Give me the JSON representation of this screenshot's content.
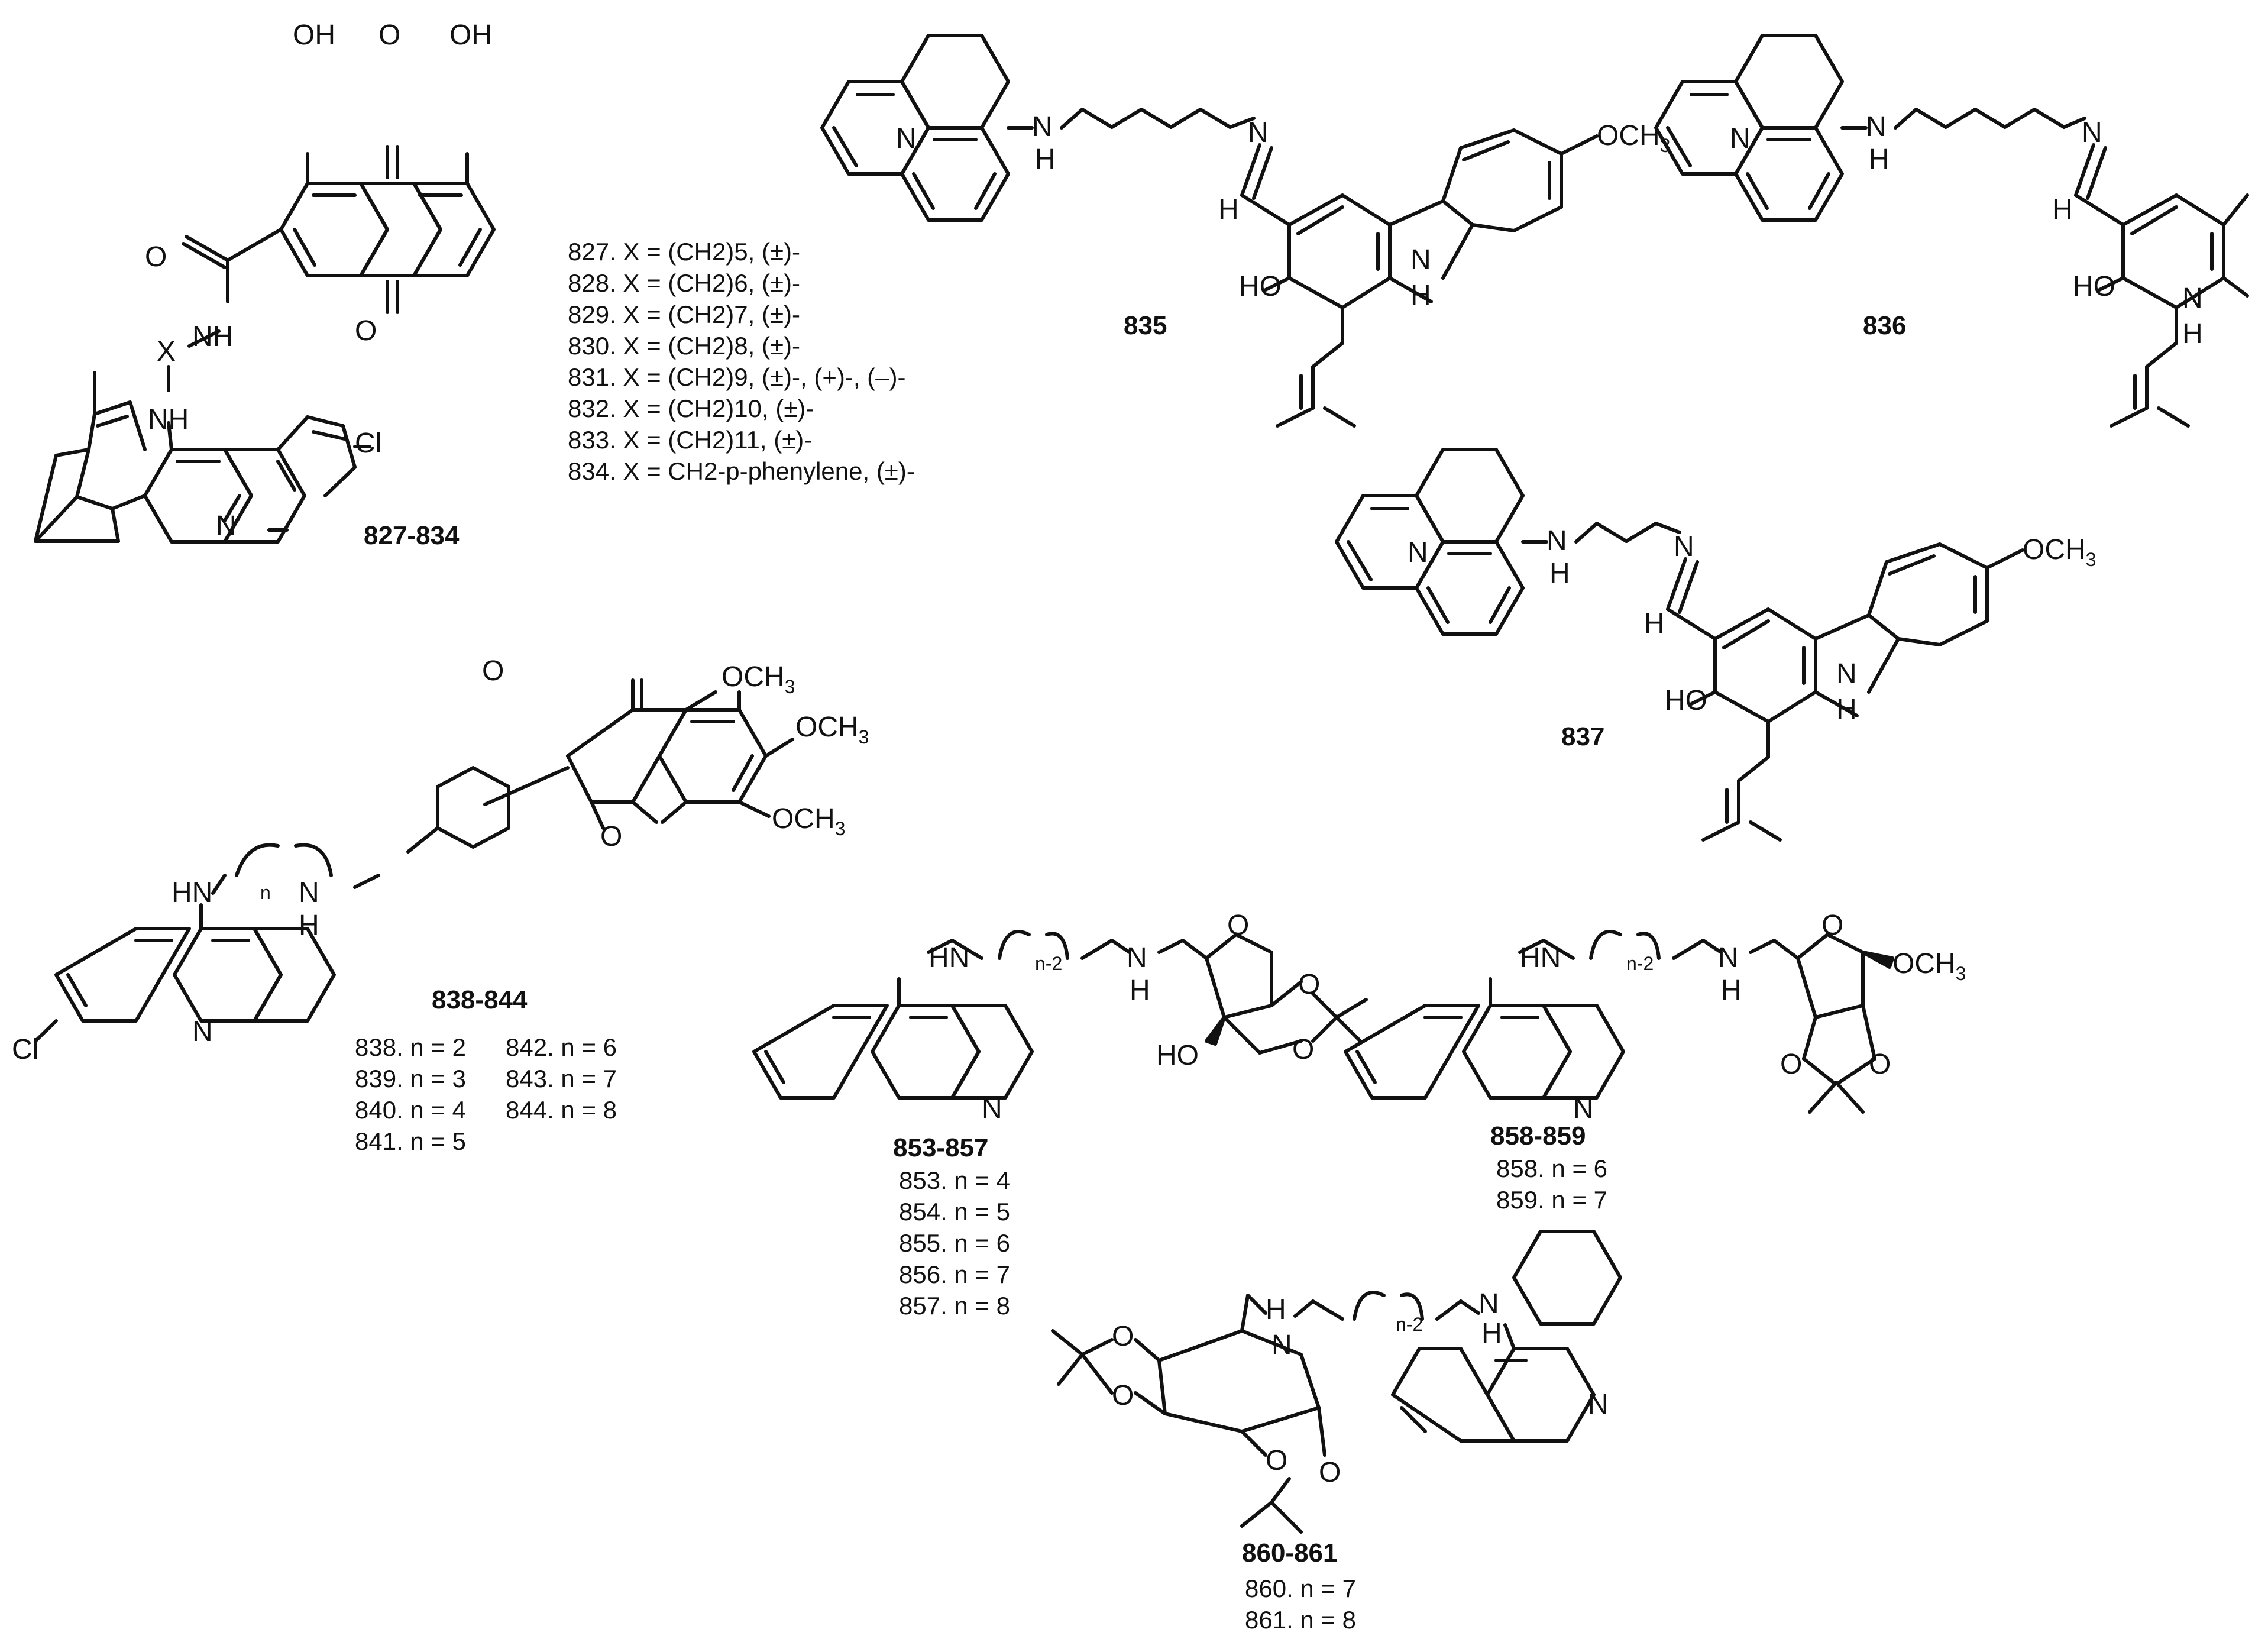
{
  "compound_labels": {
    "c827_834": "827-834",
    "c835": "835",
    "c836": "836",
    "c837": "837",
    "c838_844": "838-844",
    "c853_857": "853-857",
    "c858_859": "858-859",
    "c860_861": "860-861"
  },
  "series_827_834": [
    "827. X = (CH2)5, (±)-",
    "828. X = (CH2)6, (±)-",
    "829. X = (CH2)7, (±)-",
    "830. X = (CH2)8, (±)-",
    "831. X = (CH2)9, (±)-, (+)-, (–)-",
    "832. X = (CH2)10, (±)-",
    "833. X = (CH2)11, (±)-",
    "834. X = CH2-p-phenylene, (±)-"
  ],
  "series_838_844": {
    "left": [
      "838. n = 2",
      "839. n = 3",
      "840. n = 4",
      "841. n = 5"
    ],
    "right": [
      "842. n = 6",
      "843. n = 7",
      "844. n = 8"
    ]
  },
  "series_853_857": [
    "853. n = 4",
    "854. n = 5",
    "855. n = 6",
    "856. n = 7",
    "857. n = 8"
  ],
  "series_858_859": [
    "858. n = 6",
    "859. n = 7"
  ],
  "series_860_861": [
    "860. n = 7",
    "861. n = 8"
  ],
  "atoms": {
    "OH": "OH",
    "HO": "HO",
    "O": "O",
    "N": "N",
    "NH": "NH",
    "HN": "HN",
    "H": "H",
    "X": "X",
    "Cl": "Cl",
    "OCH3": "OCH3",
    "n": "n",
    "n_minus_2": "n-2"
  }
}
